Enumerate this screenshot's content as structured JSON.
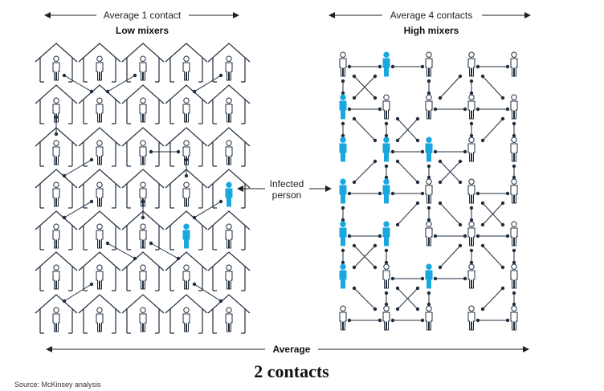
{
  "low_group": {
    "heading": "Average 1 contact",
    "subheading": "Low mixers"
  },
  "high_group": {
    "heading": "Average 4 contacts",
    "subheading": "High mixers"
  },
  "infected_label_line1": "Infected",
  "infected_label_line2": "person",
  "overall": {
    "label": "Average",
    "value": "2 contacts"
  },
  "source": "Source: McKinsey analysis",
  "colors": {
    "infected": "#1aa7e0",
    "ink": "#1f2d3d"
  },
  "low_mixers": {
    "rows": 7,
    "cols": 5,
    "infected": [
      [
        3,
        4
      ],
      [
        4,
        3
      ]
    ]
  },
  "high_mixers": {
    "rows": 7,
    "cols": 5,
    "infected": [
      [
        0,
        1
      ],
      [
        1,
        0
      ],
      [
        2,
        0
      ],
      [
        2,
        1
      ],
      [
        2,
        2
      ],
      [
        3,
        0
      ],
      [
        3,
        1
      ],
      [
        4,
        0
      ],
      [
        4,
        1
      ],
      [
        5,
        0
      ],
      [
        5,
        2
      ]
    ]
  }
}
